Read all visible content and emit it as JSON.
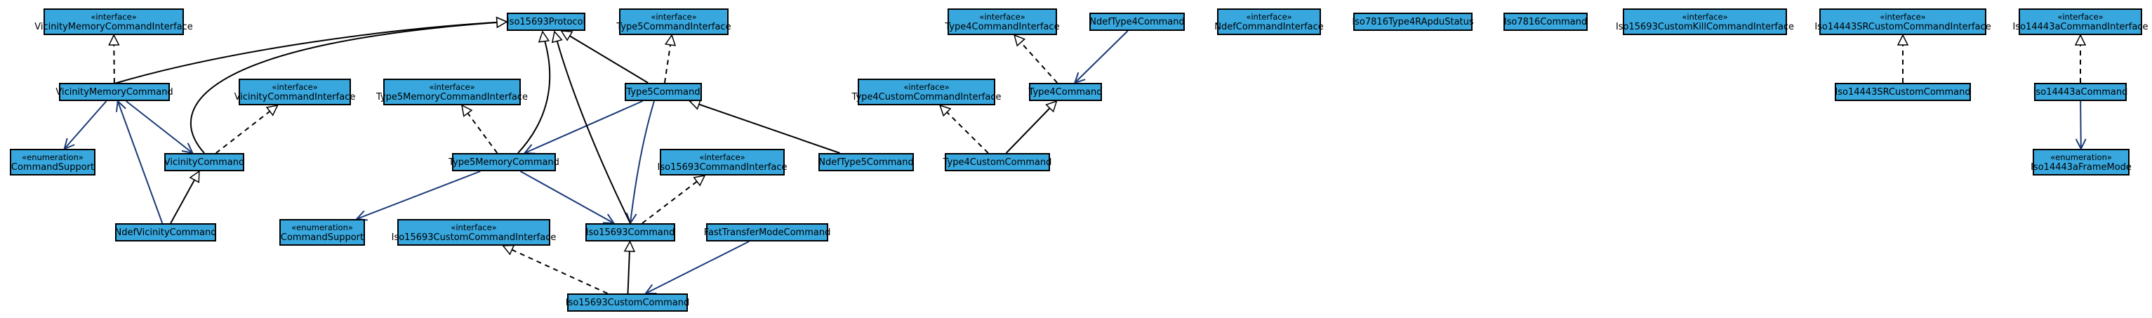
{
  "colors": {
    "node_fill": "#37a7de",
    "node_border": "#000000",
    "edge_dashed": "#000000",
    "edge_assoc": "#1a3a78"
  },
  "nodes": {
    "vicinity_memory_command_interface": {
      "stereotype": "«interface»",
      "name": "VicinityMemoryCommandInterface"
    },
    "iso15693_protocol": {
      "stereotype": "",
      "name": "Iso15693Protocol"
    },
    "type5_command_interface": {
      "stereotype": "«interface»",
      "name": "Type5CommandInterface"
    },
    "type4_command_interface": {
      "stereotype": "«interface»",
      "name": "Type4CommandInterface"
    },
    "ndef_type4_command": {
      "stereotype": "",
      "name": "NdefType4Command"
    },
    "ndef_command_interface": {
      "stereotype": "«interface»",
      "name": "NdefCommandInterface"
    },
    "iso7816_type4_rapdu_status": {
      "stereotype": "",
      "name": "Iso7816Type4RApduStatus"
    },
    "iso7816_command": {
      "stereotype": "",
      "name": "Iso7816Command"
    },
    "iso15693_custom_kill_command_interface": {
      "stereotype": "«interface»",
      "name": "Iso15693CustomKillCommandInterface"
    },
    "iso14443sr_custom_command_interface": {
      "stereotype": "«interface»",
      "name": "Iso14443SRCustomCommandInterface"
    },
    "iso14443a_command_interface": {
      "stereotype": "«interface»",
      "name": "Iso14443aCommandInterface"
    },
    "vicinity_memory_command": {
      "stereotype": "",
      "name": "VicinityMemoryCommand"
    },
    "vicinity_command_interface": {
      "stereotype": "«interface»",
      "name": "VicinityCommandInterface"
    },
    "type5_memory_command_interface": {
      "stereotype": "«interface»",
      "name": "Type5MemoryCommandInterface"
    },
    "type5_command": {
      "stereotype": "",
      "name": "Type5Command"
    },
    "type4_custom_command_interface": {
      "stereotype": "«interface»",
      "name": "Type4CustomCommandInterface"
    },
    "type4_command": {
      "stereotype": "",
      "name": "Type4Command"
    },
    "iso14443sr_custom_command": {
      "stereotype": "",
      "name": "Iso14443SRCustomCommand"
    },
    "iso14443a_command": {
      "stereotype": "",
      "name": "Iso14443aCommand"
    },
    "command_support_left": {
      "stereotype": "«enumeration»",
      "name": "CommandSupport"
    },
    "vicinity_command": {
      "stereotype": "",
      "name": "VicinityCommand"
    },
    "type5_memory_command": {
      "stereotype": "",
      "name": "Type5MemoryCommand"
    },
    "iso15693_command_interface": {
      "stereotype": "«interface»",
      "name": "Iso15693CommandInterface"
    },
    "ndef_type5_command": {
      "stereotype": "",
      "name": "NdefType5Command"
    },
    "type4_custom_command": {
      "stereotype": "",
      "name": "Type4CustomCommand"
    },
    "iso14443a_frame_mode": {
      "stereotype": "«enumeration»",
      "name": "Iso14443aFrameMode"
    },
    "ndef_vicinity_command": {
      "stereotype": "",
      "name": "NdefVicinityCommand"
    },
    "command_support_mid": {
      "stereotype": "«enumeration»",
      "name": "CommandSupport"
    },
    "iso15693_custom_command_interface": {
      "stereotype": "«interface»",
      "name": "Iso15693CustomCommandInterface"
    },
    "iso15693_command": {
      "stereotype": "",
      "name": "Iso15693Command"
    },
    "fast_transfer_mode_command": {
      "stereotype": "",
      "name": "FastTransferModeCommand"
    },
    "iso15693_custom_command": {
      "stereotype": "",
      "name": "Iso15693CustomCommand"
    }
  },
  "edges": [
    {
      "from": "vicinity_memory_command",
      "to": "vicinity_memory_command_interface",
      "kind": "realization"
    },
    {
      "from": "vicinity_memory_command",
      "to": "iso15693_protocol",
      "kind": "generalization"
    },
    {
      "from": "vicinity_memory_command",
      "to": "command_support_left",
      "kind": "association"
    },
    {
      "from": "vicinity_memory_command",
      "to": "vicinity_command",
      "kind": "association"
    },
    {
      "from": "vicinity_command",
      "to": "iso15693_protocol",
      "kind": "generalization"
    },
    {
      "from": "vicinity_command",
      "to": "vicinity_command_interface",
      "kind": "realization"
    },
    {
      "from": "ndef_vicinity_command",
      "to": "vicinity_command",
      "kind": "generalization"
    },
    {
      "from": "ndef_vicinity_command",
      "to": "vicinity_memory_command",
      "kind": "association"
    },
    {
      "from": "type5_command",
      "to": "type5_command_interface",
      "kind": "realization"
    },
    {
      "from": "type5_command",
      "to": "iso15693_protocol",
      "kind": "generalization"
    },
    {
      "from": "type5_command",
      "to": "type5_memory_command",
      "kind": "association"
    },
    {
      "from": "type5_command",
      "to": "iso15693_command",
      "kind": "association"
    },
    {
      "from": "type5_memory_command",
      "to": "iso15693_protocol",
      "kind": "generalization"
    },
    {
      "from": "type5_memory_command",
      "to": "type5_memory_command_interface",
      "kind": "realization"
    },
    {
      "from": "type5_memory_command",
      "to": "command_support_mid",
      "kind": "association"
    },
    {
      "from": "type5_memory_command",
      "to": "iso15693_command",
      "kind": "association"
    },
    {
      "from": "ndef_type5_command",
      "to": "type5_command",
      "kind": "generalization"
    },
    {
      "from": "iso15693_command",
      "to": "iso15693_protocol",
      "kind": "generalization"
    },
    {
      "from": "iso15693_command",
      "to": "iso15693_command_interface",
      "kind": "realization"
    },
    {
      "from": "iso15693_custom_command",
      "to": "iso15693_command",
      "kind": "generalization"
    },
    {
      "from": "iso15693_custom_command",
      "to": "iso15693_custom_command_interface",
      "kind": "realization"
    },
    {
      "from": "fast_transfer_mode_command",
      "to": "iso15693_custom_command",
      "kind": "association"
    },
    {
      "from": "type4_command",
      "to": "type4_command_interface",
      "kind": "realization"
    },
    {
      "from": "ndef_type4_command",
      "to": "type4_command",
      "kind": "association"
    },
    {
      "from": "type4_custom_command",
      "to": "type4_command",
      "kind": "generalization"
    },
    {
      "from": "type4_custom_command",
      "to": "type4_custom_command_interface",
      "kind": "realization"
    },
    {
      "from": "iso14443sr_custom_command",
      "to": "iso14443sr_custom_command_interface",
      "kind": "realization"
    },
    {
      "from": "iso14443a_command",
      "to": "iso14443a_command_interface",
      "kind": "realization"
    },
    {
      "from": "iso14443a_command",
      "to": "iso14443a_frame_mode",
      "kind": "association"
    }
  ]
}
